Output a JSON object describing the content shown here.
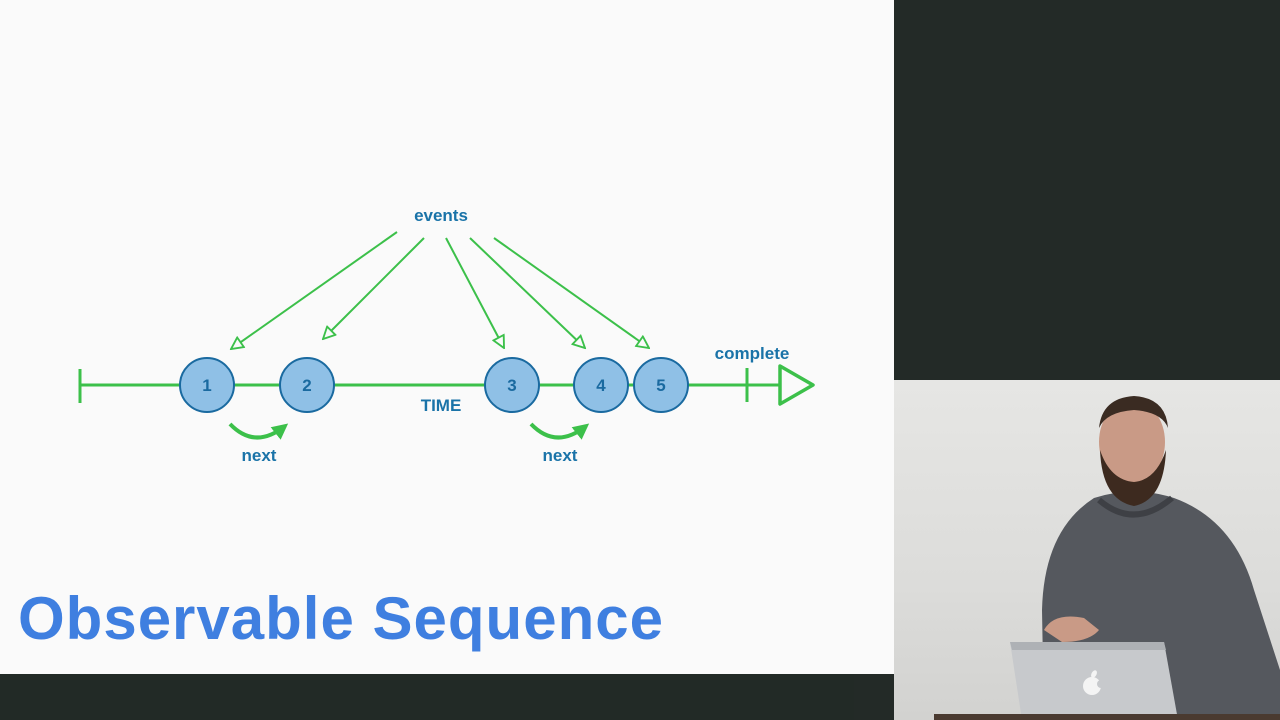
{
  "slide": {
    "title": "Observable Sequence"
  },
  "diagram": {
    "events_label": "events",
    "time_label": "TIME",
    "complete_label": "complete",
    "next_labels": [
      "next",
      "next"
    ],
    "nodes": [
      "1",
      "2",
      "3",
      "4",
      "5"
    ]
  },
  "colors": {
    "timeline": "#3cc04a",
    "node_fill": "#8fc0e6",
    "node_stroke": "#1a6aa0",
    "label": "#1a73a8",
    "title": "#3f7fe0",
    "slide_bg": "#fafafa",
    "frame_bg": "#222a26"
  },
  "camera": {
    "icons": [
      "presenter-figure",
      "laptop-icon",
      "apple-logo-icon"
    ]
  }
}
